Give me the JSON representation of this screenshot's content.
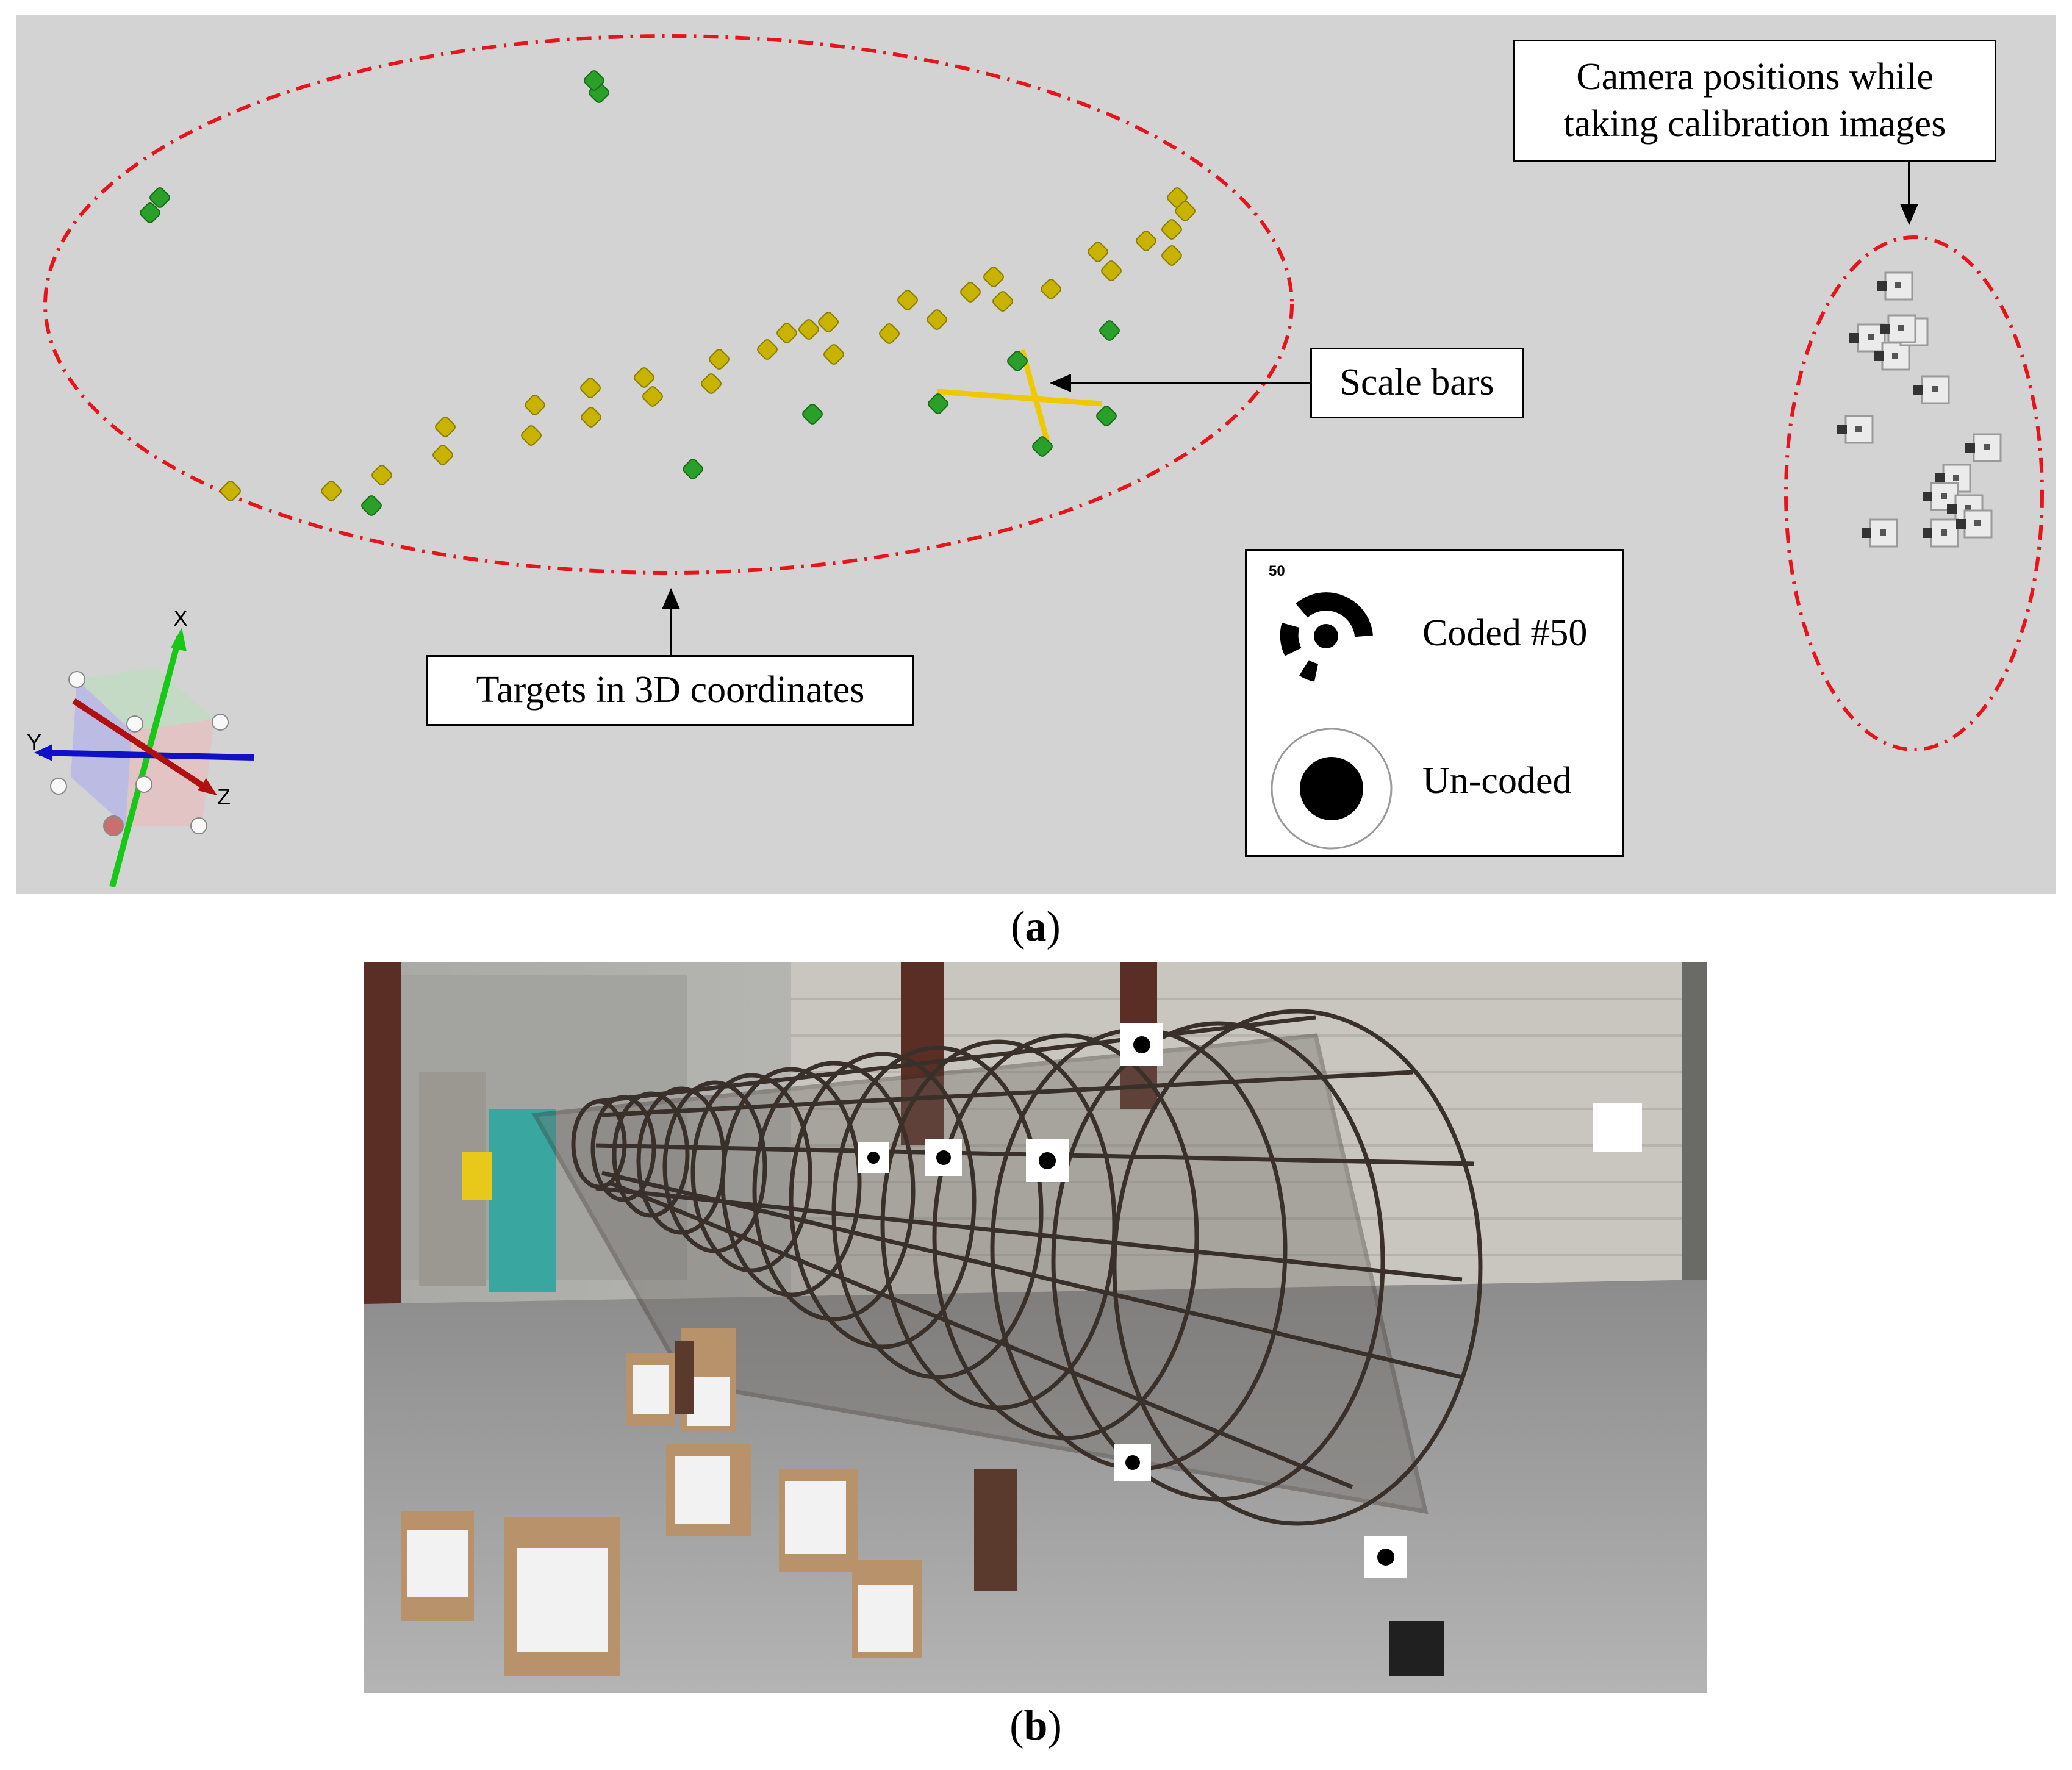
{
  "panel_a": {
    "callouts": {
      "camera_line1": "Camera positions while",
      "camera_line2": "taking calibration images",
      "scale_bars": "Scale bars",
      "targets": "Targets in 3D coordinates"
    },
    "legend": {
      "coded_number": "50",
      "coded_label": "Coded #50",
      "uncoded_label": "Un-coded"
    },
    "axes": {
      "x": "X",
      "y": "Y",
      "z": "Z"
    },
    "colors": {
      "background": "#d3d3d3",
      "ellipse": "#e8141c",
      "coded_target": "#2aa02a",
      "uncoded_target": "#c8b400",
      "scale_bar": "#f0c800",
      "camera": "#ebebeb"
    },
    "caption": "a"
  },
  "panel_b": {
    "caption": "b",
    "description_icon": "photo-rebar-cage"
  }
}
